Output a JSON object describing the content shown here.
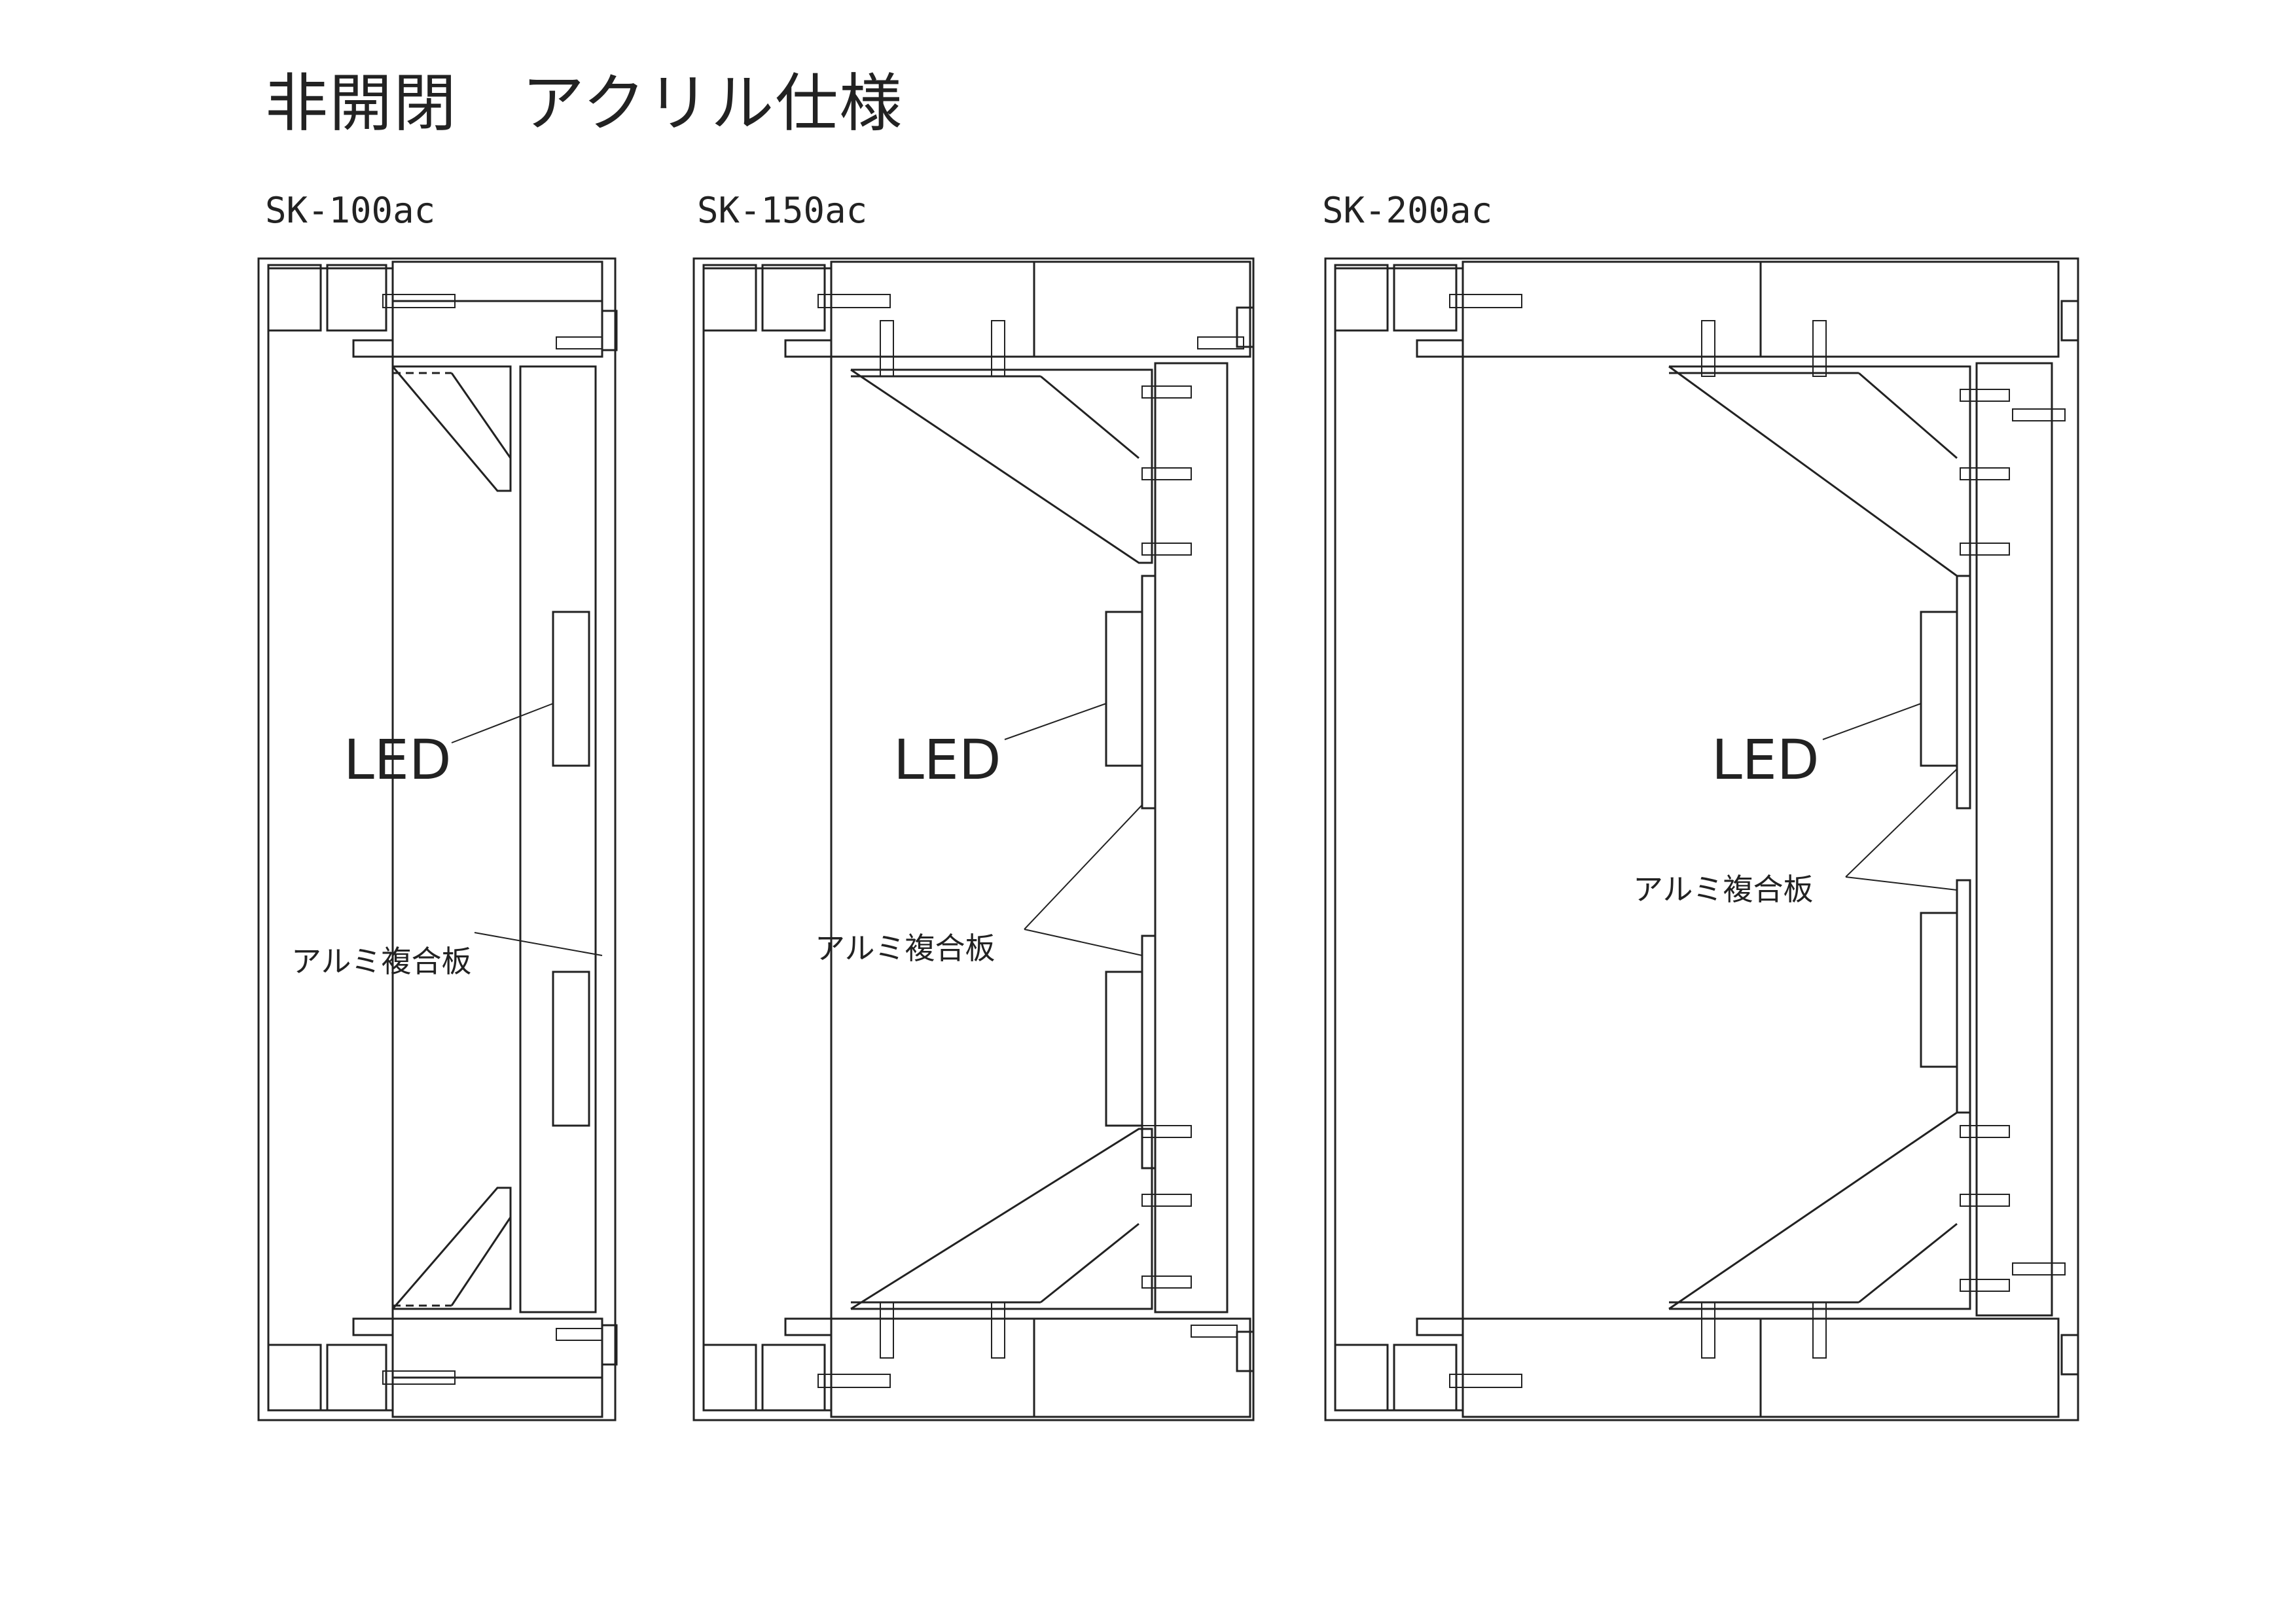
{
  "page": {
    "title": "非開閉　アクリル仕様"
  },
  "sections": [
    {
      "model": "SK-100ac",
      "led_label": "LED",
      "panel_label": "アルミ複合板"
    },
    {
      "model": "SK-150ac",
      "led_label": "LED",
      "panel_label": "アルミ複合板"
    },
    {
      "model": "SK-200ac",
      "led_label": "LED",
      "panel_label": "アルミ複合板"
    }
  ]
}
